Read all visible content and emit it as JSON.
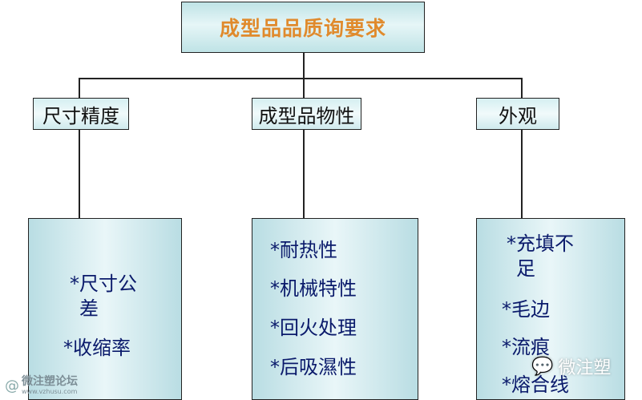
{
  "root": {
    "title": "成型品品质询要求"
  },
  "categories": [
    {
      "label": "尺寸精度",
      "items_line1": [
        "*尺寸公",
        "差"
      ],
      "items": [
        "*收缩率"
      ]
    },
    {
      "label": "成型品物性",
      "items": [
        "*耐热性",
        "*机械特性",
        "*回火处理",
        "*后吸濕性"
      ]
    },
    {
      "label": "外观",
      "items_line1": [
        "*充填不",
        "足"
      ],
      "items": [
        "*毛边",
        "*流痕",
        "*熔合线"
      ]
    }
  ],
  "watermarks": {
    "left_main": "微注塑论坛",
    "left_url": "www.vzhusu.com",
    "right": "微注塑"
  },
  "colors": {
    "title_text": "#e08a2c",
    "detail_text": "#0a1a6b",
    "box_fill": "#cfeaed"
  }
}
